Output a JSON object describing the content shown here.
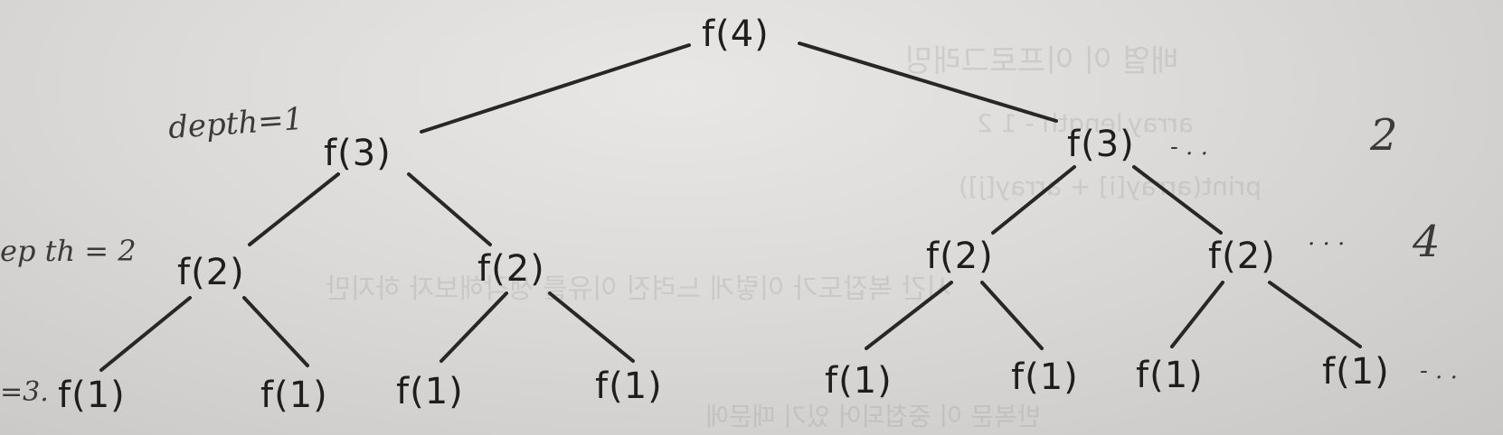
{
  "tree": {
    "root": "f(4)",
    "level1": [
      "f(3)",
      "f(3)"
    ],
    "level2": [
      "f(2)",
      "f(2)",
      "f(2)",
      "f(2)"
    ],
    "level3": [
      "f(1)",
      "f(1)",
      "f(1)",
      "f(1)",
      "f(1)",
      "f(1)",
      "f(1)",
      "f(1)"
    ]
  },
  "annotations": {
    "depth1": "depth=1",
    "depth2": "ep th = 2",
    "depth3": "=3.",
    "count2": "2",
    "count4": "4",
    "dots1": "- . .",
    "dots2": ". . .",
    "dots3": "- . ."
  }
}
